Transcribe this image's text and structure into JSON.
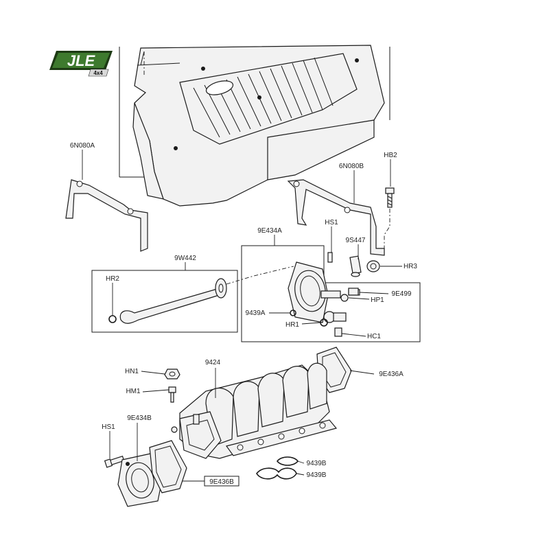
{
  "logo": {
    "text": "JLE",
    "subtext": "4x4",
    "color": "#3e7a2e"
  },
  "callouts": {
    "c6N080A": "6N080A",
    "c6N080B": "6N080B",
    "cHB2": "HB2",
    "cHS1_top": "HS1",
    "c9E434A": "9E434A",
    "c9S447": "9S447",
    "cHR3": "HR3",
    "c9W442": "9W442",
    "cHR2": "HR2",
    "c9E499": "9E499",
    "cHP1": "HP1",
    "c9439A": "9439A",
    "cHR1": "HR1",
    "cHC1": "HC1",
    "c9424": "9424",
    "c9E436A": "9E436A",
    "cHN1": "HN1",
    "cHM1": "HM1",
    "c9E434B": "9E434B",
    "cHS1_bottom": "HS1",
    "c9E436B": "9E436B",
    "c9439B_1": "9439B",
    "c9439B_2": "9439B"
  }
}
